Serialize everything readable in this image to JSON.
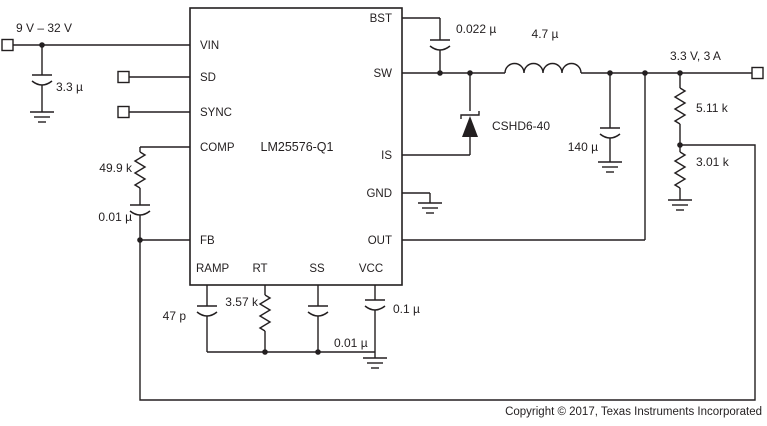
{
  "schematic": {
    "ic": {
      "name": "LM25576-Q1",
      "pins": {
        "vin": "VIN",
        "sd": "SD",
        "sync": "SYNC",
        "comp": "COMP",
        "fb": "FB",
        "ramp": "RAMP",
        "rt": "RT",
        "ss": "SS",
        "vcc": "VCC",
        "bst": "BST",
        "sw": "SW",
        "is": "IS",
        "gnd": "GND",
        "out": "OUT"
      }
    },
    "nets": {
      "input_voltage": "9 V – 32 V",
      "output_voltage": "3.3 V, 3 A"
    },
    "components": {
      "c_in": "3.3 µ",
      "c_bst": "0.022 µ",
      "l_out": "4.7 µ",
      "d_catch": "CSHD6-40",
      "c_out": "140 µ",
      "r_fb_top": "5.11 k",
      "r_fb_bot": "3.01 k",
      "r_comp": "49.9 k",
      "c_comp": "0.01 µ",
      "c_ramp": "47 p",
      "r_rt": "3.57 k",
      "c_ss": "0.01 µ",
      "c_vcc": "0.1 µ"
    },
    "footer": {
      "copyright": "Copyright © 2017, Texas Instruments Incorporated"
    }
  }
}
